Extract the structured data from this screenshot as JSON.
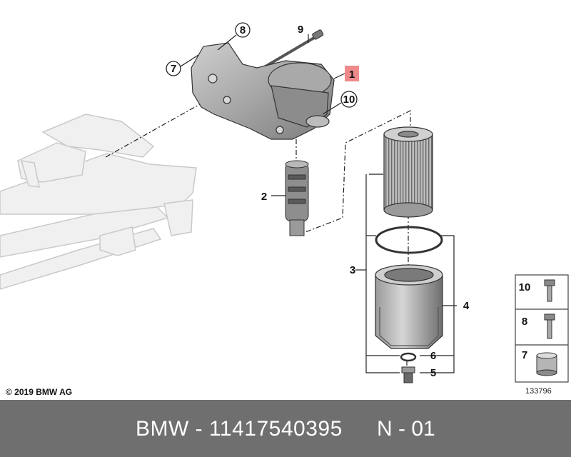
{
  "diagram": {
    "callouts": [
      "1",
      "2",
      "3",
      "4",
      "5",
      "6",
      "7",
      "8",
      "9",
      "10"
    ],
    "legend": [
      {
        "number": "10",
        "icon": "bolt-icon"
      },
      {
        "number": "8",
        "icon": "bolt-icon"
      },
      {
        "number": "7",
        "icon": "sleeve-icon"
      }
    ],
    "copyright": "© 2019 BMW AG",
    "diagram_id": "133796",
    "highlight_color": "#f08a8a"
  },
  "footer": {
    "part_label": "BMW - 11417540395",
    "position_label": "N - 01"
  }
}
